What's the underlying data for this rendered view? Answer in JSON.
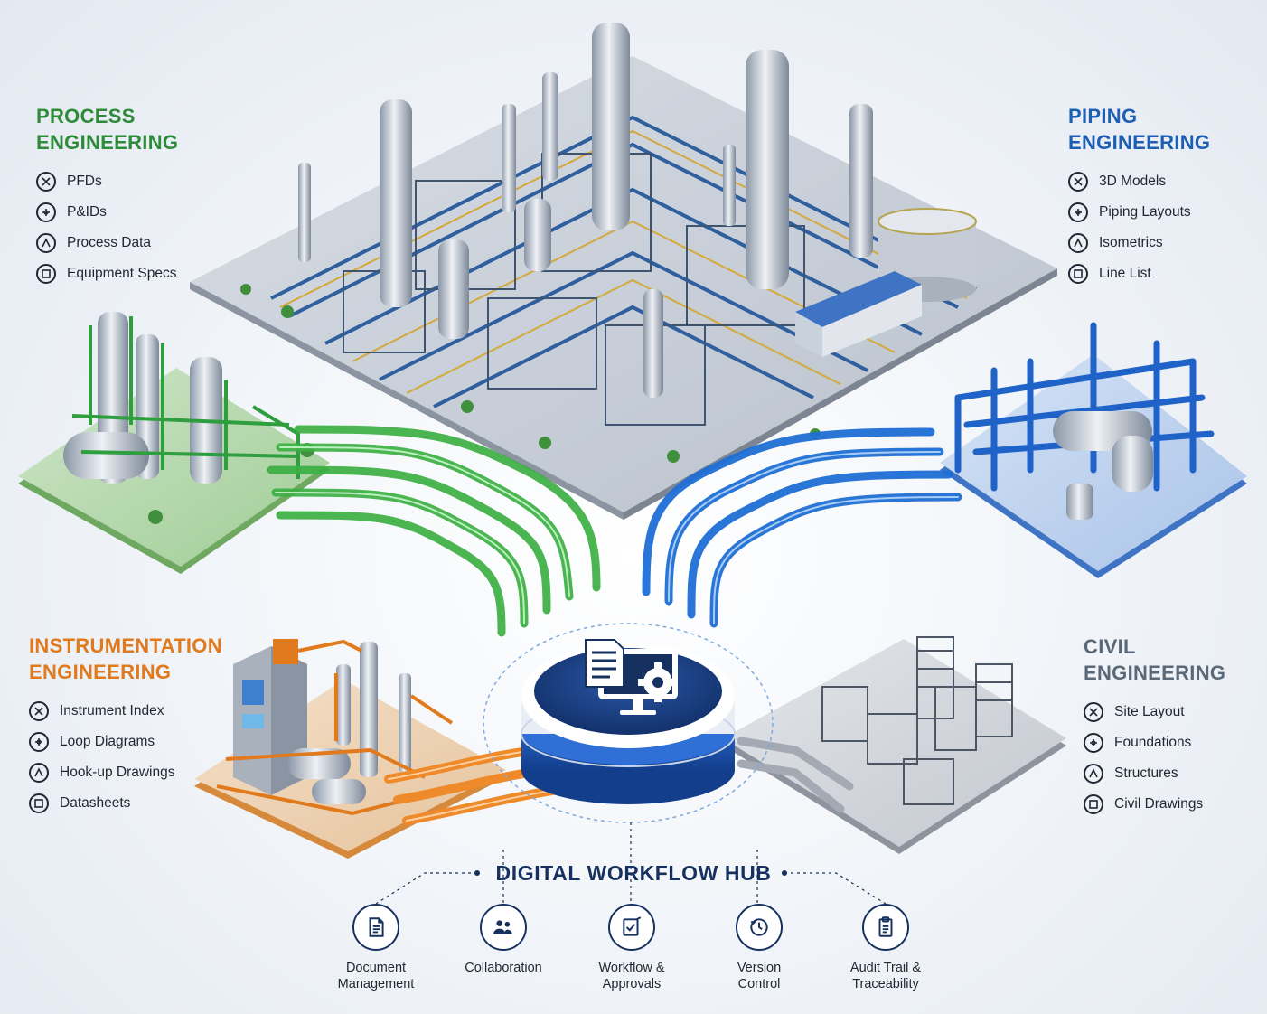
{
  "hub_title": "DIGITAL WORKFLOW HUB",
  "disciplines": {
    "process": {
      "title": "PROCESS\nENGINEERING",
      "color": "#2e8b3a",
      "items": [
        {
          "label": "PFDs",
          "icon": "pfd-icon"
        },
        {
          "label": "P&IDs",
          "icon": "pid-icon"
        },
        {
          "label": "Process Data",
          "icon": "process-data-icon"
        },
        {
          "label": "Equipment Specs",
          "icon": "equipment-specs-icon"
        }
      ]
    },
    "piping": {
      "title": "PIPING\nENGINEERING",
      "color": "#1e5fb4",
      "items": [
        {
          "label": "3D Models",
          "icon": "cube-icon"
        },
        {
          "label": "Piping Layouts",
          "icon": "piping-layout-icon"
        },
        {
          "label": "Isometrics",
          "icon": "isometric-icon"
        },
        {
          "label": "Line List",
          "icon": "line-list-icon"
        }
      ]
    },
    "instrumentation": {
      "title": "INSTRUMENTATION\nENGINEERING",
      "color": "#e07a1c",
      "items": [
        {
          "label": "Instrument Index",
          "icon": "instrument-index-icon"
        },
        {
          "label": "Loop Diagrams",
          "icon": "loop-diagram-icon"
        },
        {
          "label": "Hook-up Drawings",
          "icon": "hookup-drawing-icon"
        },
        {
          "label": "Datasheets",
          "icon": "datasheet-icon"
        }
      ]
    },
    "civil": {
      "title": "CIVIL\nENGINEERING",
      "color": "#5b6878",
      "items": [
        {
          "label": "Site Layout",
          "icon": "site-layout-icon"
        },
        {
          "label": "Foundations",
          "icon": "foundation-icon"
        },
        {
          "label": "Structures",
          "icon": "structure-icon"
        },
        {
          "label": "Civil Drawings",
          "icon": "civil-drawing-icon"
        }
      ]
    }
  },
  "features": [
    {
      "label": "Document\nManagement",
      "icon": "document-icon"
    },
    {
      "label": "Collaboration",
      "icon": "collaboration-icon"
    },
    {
      "label": "Workflow &\nApprovals",
      "icon": "workflow-approval-icon"
    },
    {
      "label": "Version\nControl",
      "icon": "version-control-icon"
    },
    {
      "label": "Audit Trail &\nTraceability",
      "icon": "audit-trail-icon"
    }
  ],
  "colors": {
    "hub_navy": "#16315f",
    "green": "#2e8b3a",
    "blue": "#1e5fb4",
    "orange": "#e07a1c",
    "gray": "#5b6878"
  }
}
